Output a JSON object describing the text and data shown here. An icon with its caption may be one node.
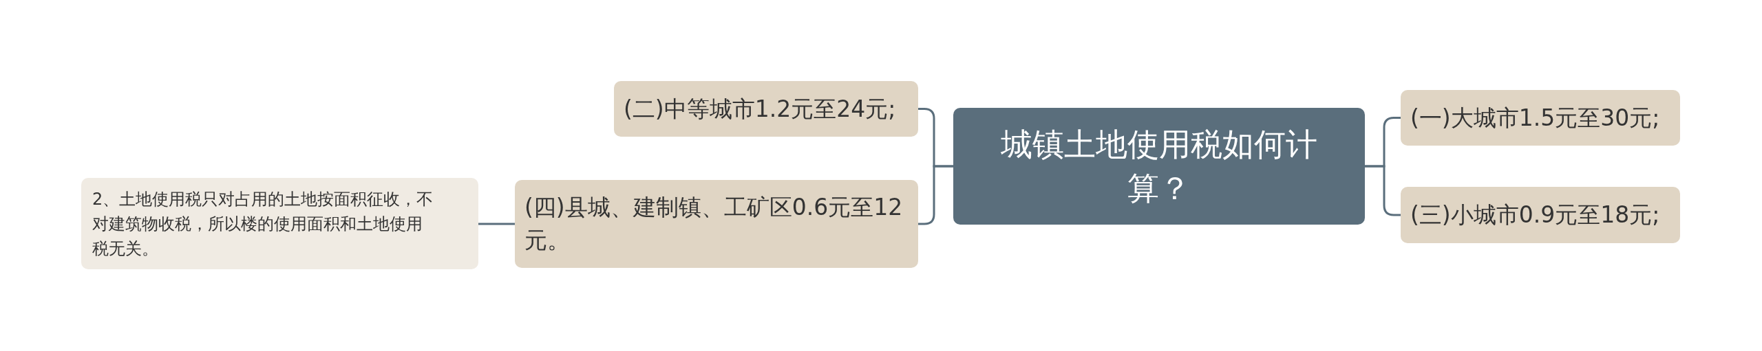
{
  "diagram": {
    "nodes": [
      {
        "text": [
          "城镇土地使用税如何计算？"
        ]
      },
      {
        "text": [
          "(一)大城市1.5元至30元;"
        ]
      },
      {
        "text": [
          "(三)小城市0.9元至18元;"
        ]
      },
      {
        "text": [
          "(二)中等城市1.2元至24元;"
        ]
      },
      {
        "text": [
          "(四)县城、建制镇、工矿区0.6元至12元。"
        ]
      },
      {
        "text": [
          "2、土地使用税只对占用的土地按面积征收，不对建筑物收税，所以楼的使用面积和土地使用税无关。"
        ]
      }
    ],
    "edges": [
      {
        "from": 0,
        "to": 1,
        "arrow": "none"
      },
      {
        "from": 0,
        "to": 2,
        "arrow": "none"
      },
      {
        "from": 0,
        "to": 3,
        "arrow": "none"
      },
      {
        "from": 0,
        "to": 4,
        "arrow": "none"
      },
      {
        "from": 4,
        "to": 5,
        "arrow": "none"
      }
    ]
  }
}
